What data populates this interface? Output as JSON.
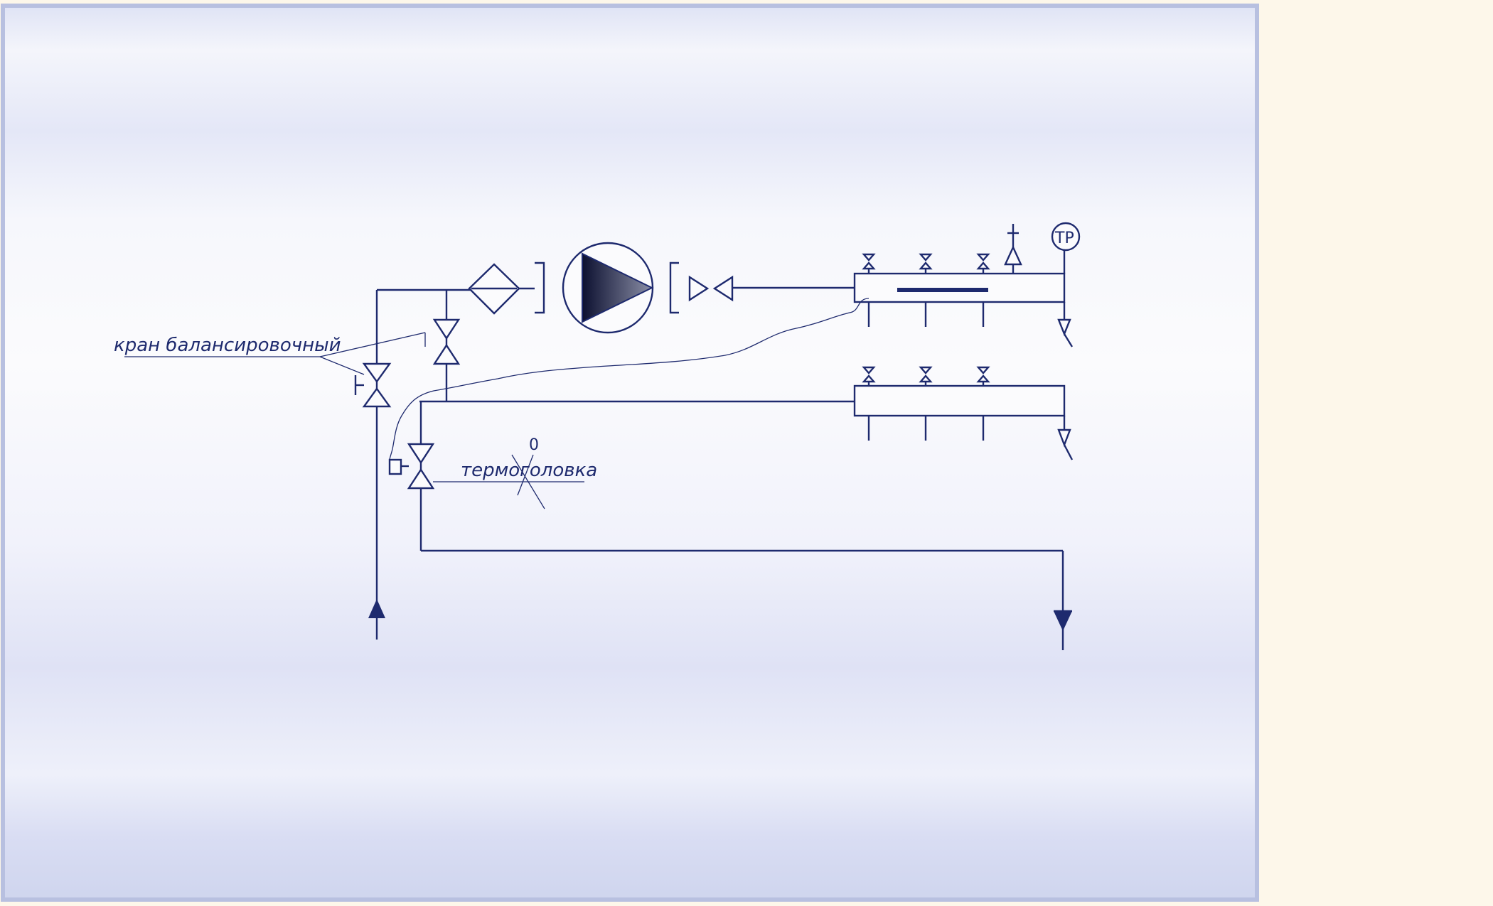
{
  "diagram": {
    "labels": {
      "balancing_valve": "кран балансировочный",
      "thermo_head": "термоголовка",
      "tr": "ТР",
      "small_mark": "0"
    },
    "colors": {
      "page": "#fdf7ea",
      "sheet": "#eef0fa",
      "ink": "#1e2a6e"
    }
  }
}
